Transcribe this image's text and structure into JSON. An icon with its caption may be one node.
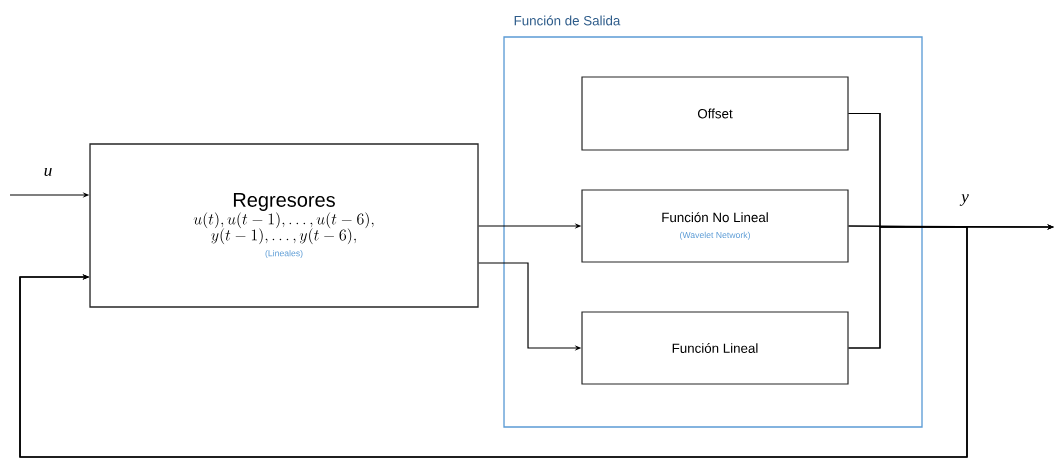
{
  "diagram": {
    "nodes": [
      {
        "text": [
          "Regresores",
          "u(t), u(t-1), \\dots, u(t-6),",
          "y(t-1), \\dots, y(t-6),",
          "(Lineales)"
        ]
      },
      {
        "text": [
          "Función de Salida"
        ]
      },
      {
        "text": [
          "Offset"
        ],
        "in": 1
      },
      {
        "text": [
          "Función No Lineal",
          "(Wavelet Network)"
        ],
        "in": 1
      },
      {
        "text": [
          "Función Lineal"
        ],
        "in": 1
      }
    ],
    "edges": [
      {
        "from": null,
        "to": 0,
        "arrow": "to",
        "label": "u"
      },
      {
        "from": 0,
        "to": 3,
        "arrow": "to"
      },
      {
        "from": 0,
        "to": 4,
        "arrow": "to"
      },
      {
        "from": 2,
        "to": null,
        "arrow": "to"
      },
      {
        "from": 3,
        "to": null,
        "arrow": "to",
        "label": "y"
      },
      {
        "from": 4,
        "to": null,
        "arrow": "to"
      },
      {
        "from": 2,
        "to": 0,
        "arrow": "to"
      },
      {
        "from": 3,
        "to": 0,
        "arrow": "to"
      },
      {
        "from": 4,
        "to": 0,
        "arrow": "to"
      }
    ]
  }
}
